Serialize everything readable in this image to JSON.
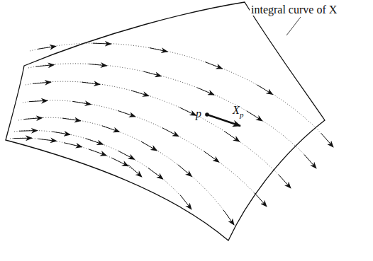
{
  "diagram": {
    "labels": [
      "integral curve of X",
      "p",
      "X",
      "p"
    ]
  }
}
